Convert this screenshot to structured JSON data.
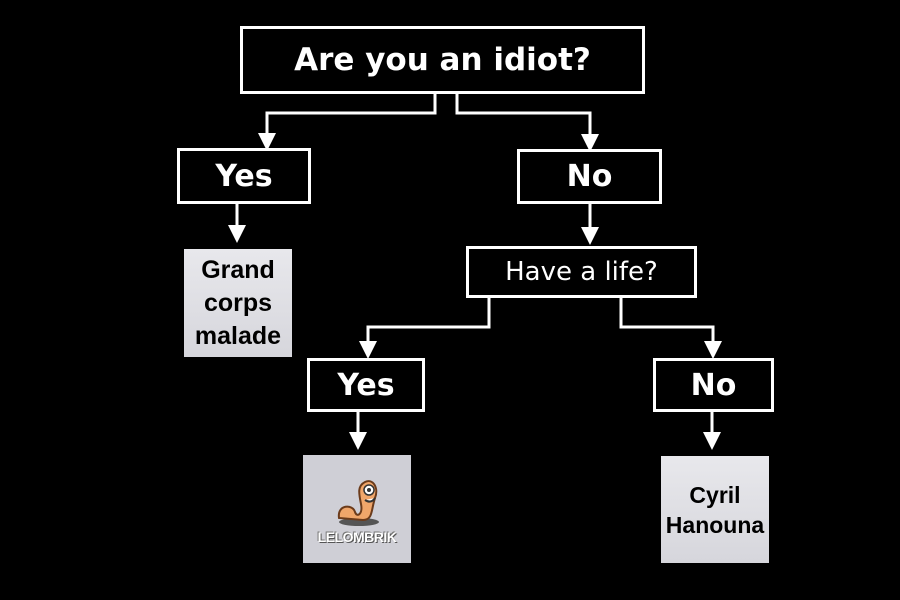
{
  "question1": "Are you an idiot?",
  "answer1_yes": "Yes",
  "answer1_no": "No",
  "question2": "Have a life?",
  "answer2_yes": "Yes",
  "answer2_no": "No",
  "result_idiot": "Grand corps malade",
  "result_has_life": "LELOMBRIK",
  "result_no_life": "Cyril Hanouna"
}
